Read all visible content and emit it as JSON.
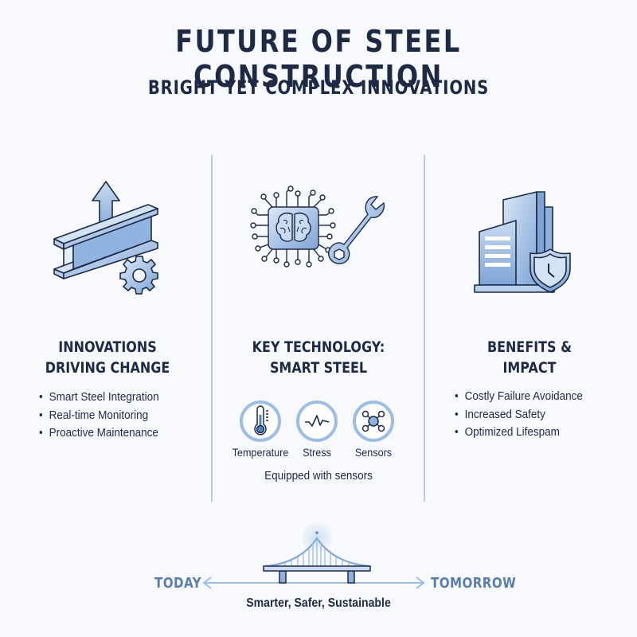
{
  "header": {
    "title": "FUTURE OF STEEL CONSTRUCTION",
    "subtitle": "BRIGHT YET COMPLEX INNOVATIONS"
  },
  "columns": [
    {
      "icon": "steel-beam-gear-icon",
      "heading_line1": "INNOVATIONS",
      "heading_line2": "DRIVING CHANGE",
      "bullets": [
        "Smart Steel Integration",
        "Real-time Monitoring",
        "Proactive Maintenance"
      ]
    },
    {
      "icon": "ai-chip-wrench-icon",
      "heading_line1": "KEY TECHNOLOGY:",
      "heading_line2": "SMART STEEL",
      "sensors": [
        {
          "icon": "thermometer-icon",
          "label": "Temperature"
        },
        {
          "icon": "stress-wave-icon",
          "label": "Stress"
        },
        {
          "icon": "sensor-network-icon",
          "label": "Sensors"
        }
      ],
      "caption": "Equipped with sensors"
    },
    {
      "icon": "building-shield-icon",
      "heading_line1": "BENEFITS &",
      "heading_line2": "IMPACT",
      "bullets": [
        "Costly Failure Avoidance",
        "Increased Safety",
        "Optimized Lifespam"
      ]
    }
  ],
  "timeline": {
    "left_label": "TODAY",
    "right_label": "TOMORROW",
    "icon": "bridge-icon",
    "tagline": "Smarter, Safer, Sustainable"
  },
  "colors": {
    "text_dark": "#1e2a44",
    "accent_blue": "#5b7ea9",
    "icon_fill": "#8fb1de",
    "divider": "#b5cbe6"
  }
}
